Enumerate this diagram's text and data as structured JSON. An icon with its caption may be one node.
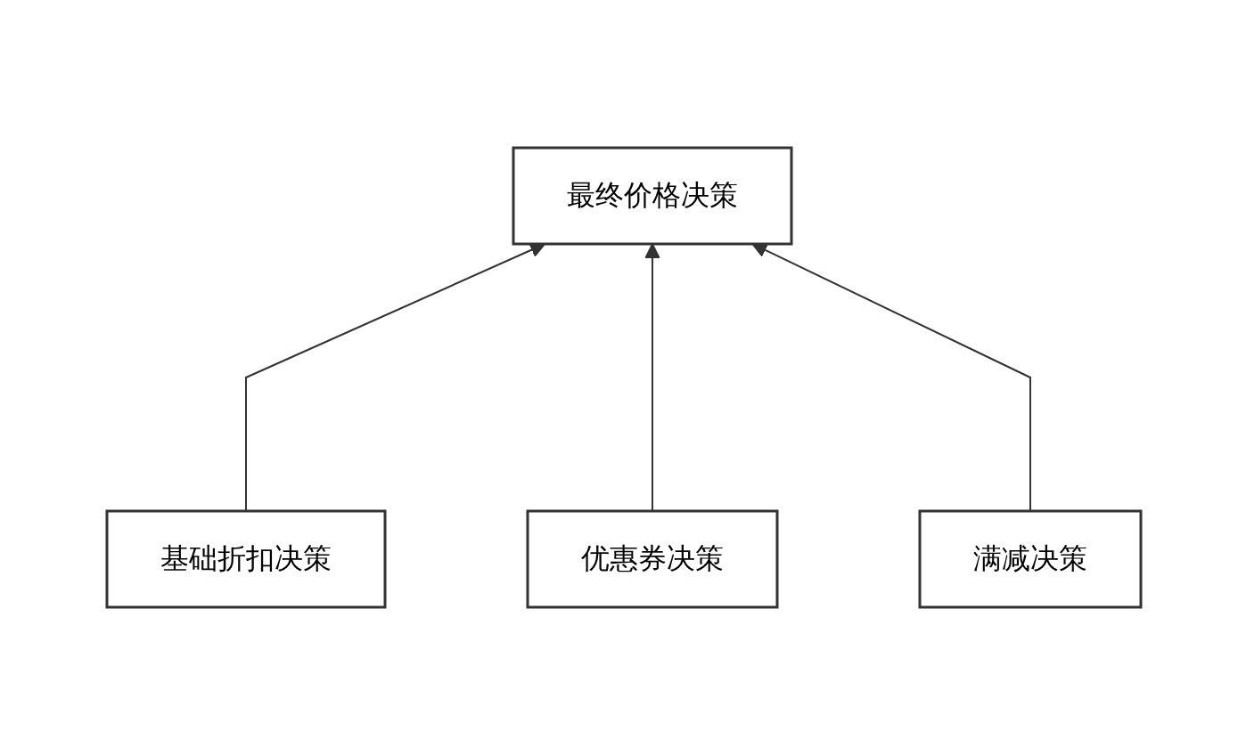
{
  "diagram": {
    "nodes": [
      {
        "text": [
          "最终价格决策"
        ]
      },
      {
        "text": [
          "基础折扣决策"
        ]
      },
      {
        "text": [
          "优惠券决策"
        ]
      },
      {
        "text": [
          "满减决策"
        ]
      }
    ],
    "edges": [
      {
        "from": 1,
        "to": 0,
        "arrow": "to"
      },
      {
        "from": 2,
        "to": 0,
        "arrow": "to"
      },
      {
        "from": 3,
        "to": 0,
        "arrow": "to"
      }
    ]
  }
}
